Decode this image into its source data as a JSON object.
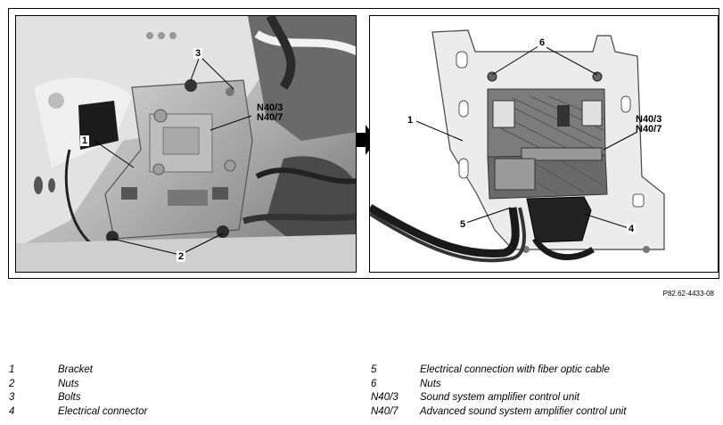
{
  "reference_code": "P82.62-4433-08",
  "left_photo": {
    "callouts": [
      "3",
      "N40/3",
      "N40/7",
      "1",
      "2"
    ]
  },
  "right_photo": {
    "callouts": [
      "6",
      "1",
      "N40/3",
      "N40/7",
      "5",
      "4"
    ]
  },
  "legend": [
    {
      "num": "1",
      "text": "Bracket"
    },
    {
      "num": "2",
      "text": "Nuts"
    },
    {
      "num": "3",
      "text": "Bolts"
    },
    {
      "num": "4",
      "text": "Electrical connector"
    },
    {
      "num": "5",
      "text": "Electrical connection with fiber optic cable"
    },
    {
      "num": "6",
      "text": "Nuts"
    },
    {
      "num": "N40/3",
      "text": "Sound system amplifier control unit"
    },
    {
      "num": "N40/7",
      "text": "Advanced sound system amplifier control unit"
    }
  ]
}
